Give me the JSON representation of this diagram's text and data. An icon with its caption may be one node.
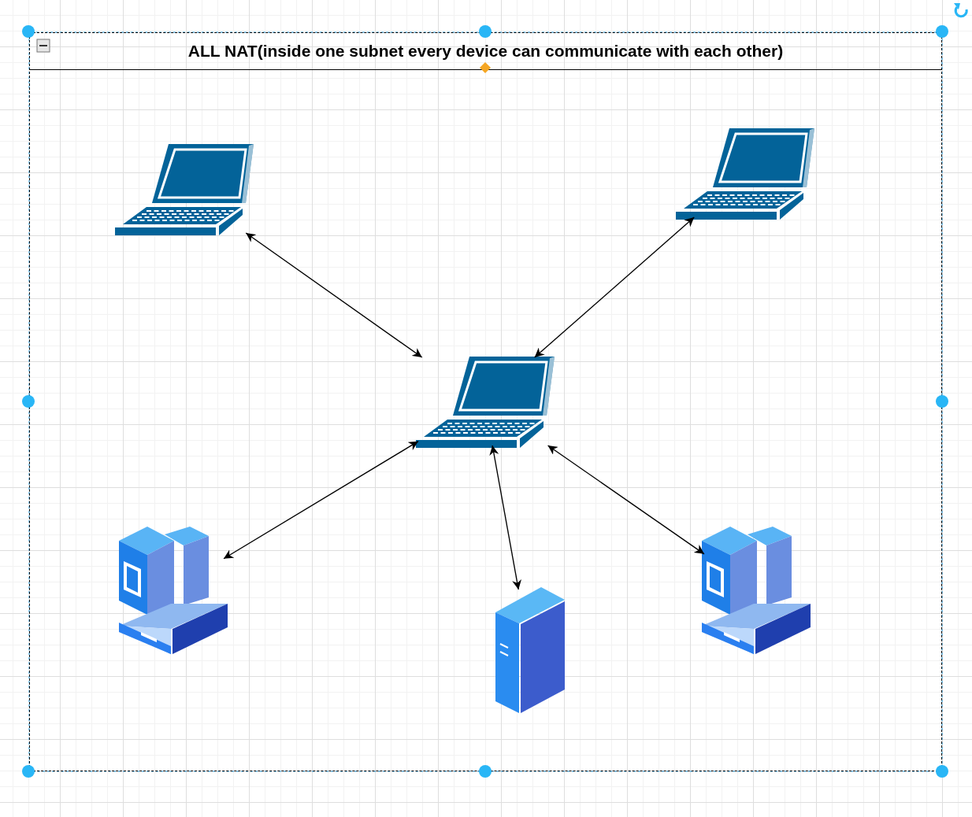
{
  "diagram": {
    "nodes": [
      {
        "text": [
          "ALL NAT(inside one subnet every device can communicate with each other)"
        ]
      },
      {
        "text": [],
        "shape": "laptop",
        "in": 0
      },
      {
        "text": [],
        "shape": "laptop",
        "in": 0
      },
      {
        "text": [],
        "shape": "laptop",
        "in": 0
      },
      {
        "text": [],
        "shape": "computer",
        "in": 0
      },
      {
        "text": [],
        "shape": "server",
        "in": 0
      },
      {
        "text": [],
        "shape": "computer",
        "in": 0
      }
    ],
    "edges": [
      {
        "from": 3,
        "to": 1,
        "arrow": "both"
      },
      {
        "from": 3,
        "to": 2,
        "arrow": "both"
      },
      {
        "from": 3,
        "to": 4,
        "arrow": "both"
      },
      {
        "from": 3,
        "to": 5,
        "arrow": "both"
      },
      {
        "from": 3,
        "to": 6,
        "arrow": "both"
      }
    ]
  }
}
